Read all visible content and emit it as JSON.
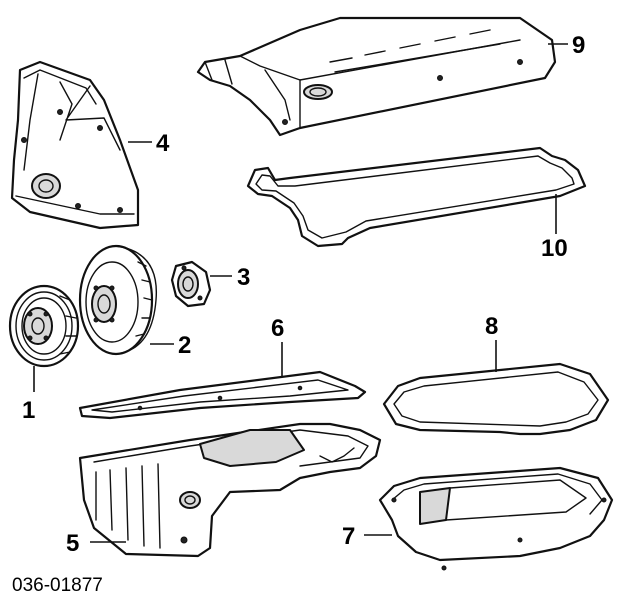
{
  "callouts": [
    {
      "id": "1",
      "label": "1"
    },
    {
      "id": "2",
      "label": "2"
    },
    {
      "id": "3",
      "label": "3"
    },
    {
      "id": "4",
      "label": "4"
    },
    {
      "id": "5",
      "label": "5"
    },
    {
      "id": "6",
      "label": "6"
    },
    {
      "id": "7",
      "label": "7"
    },
    {
      "id": "8",
      "label": "8"
    },
    {
      "id": "9",
      "label": "9"
    },
    {
      "id": "10",
      "label": "10"
    }
  ],
  "reference_code": "036-01877",
  "colors": {
    "ink": "#111111",
    "background": "#ffffff",
    "shade": "#d9d9d9"
  }
}
